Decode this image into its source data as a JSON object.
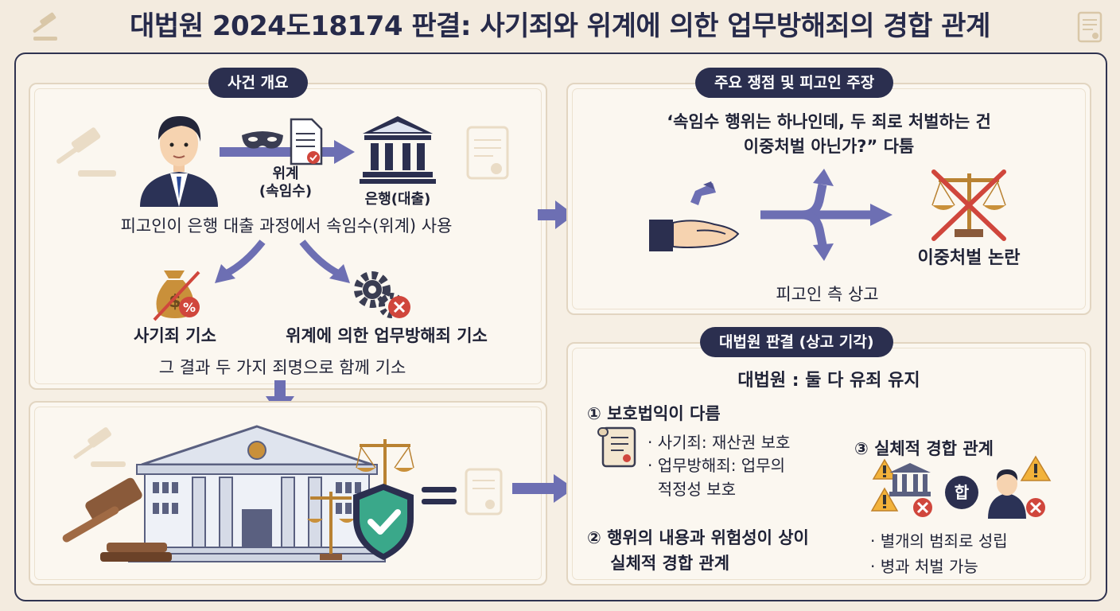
{
  "title": "대법원 2024도18174 판결: 사기죄와 위계에 의한 업무방해죄의 경합 관계",
  "overview": {
    "header": "사건 개요",
    "deceit_label": "위계\n(속임수)",
    "bank_label": "은행(대출)",
    "description": "피고인이 은행 대출 과정에서 속임수(위계) 사용",
    "fraud_charge": "사기죄 기소",
    "obstruction_charge": "위계에 의한 업무방해죄 기소",
    "result": "그 결과 두 가지 죄명으로 함께 기소"
  },
  "issues": {
    "header": "주요 쟁점 및 피고인 주장",
    "quote": "‘속임수 행위는 하나인데, 두 죄로 처벌하는 건\n이중처벌 아닌가?” 다툼",
    "double_jeopardy": "이중처벌 논란",
    "appeal": "피고인 측 상고"
  },
  "ruling": {
    "header": "대법원 판결 (상고 기각)",
    "headline": "대법원 : 둘 다 유죄 유지",
    "point1_title": "① 보호법익이 다름",
    "point1_a": "· 사기죄: 재산권 보호",
    "point1_b": "· 업무방해죄: 업무의\n  적정성 보호",
    "point2_title": "② 행위의 내용과 위험성이 상이\n    실체적 경합 관계",
    "point3_title": "③ 실체적 경합 관계",
    "combine_label": "합",
    "point3_a": "· 별개의 범죄로 성립",
    "point3_b": "· 병과 처벌 가능"
  },
  "colors": {
    "navy": "#2b2f4f",
    "arrow": "#6d6fb3",
    "gavel": "#8a5a3a",
    "red": "#d0463c",
    "gold": "#c9903a",
    "shield": "#3aa88a"
  }
}
